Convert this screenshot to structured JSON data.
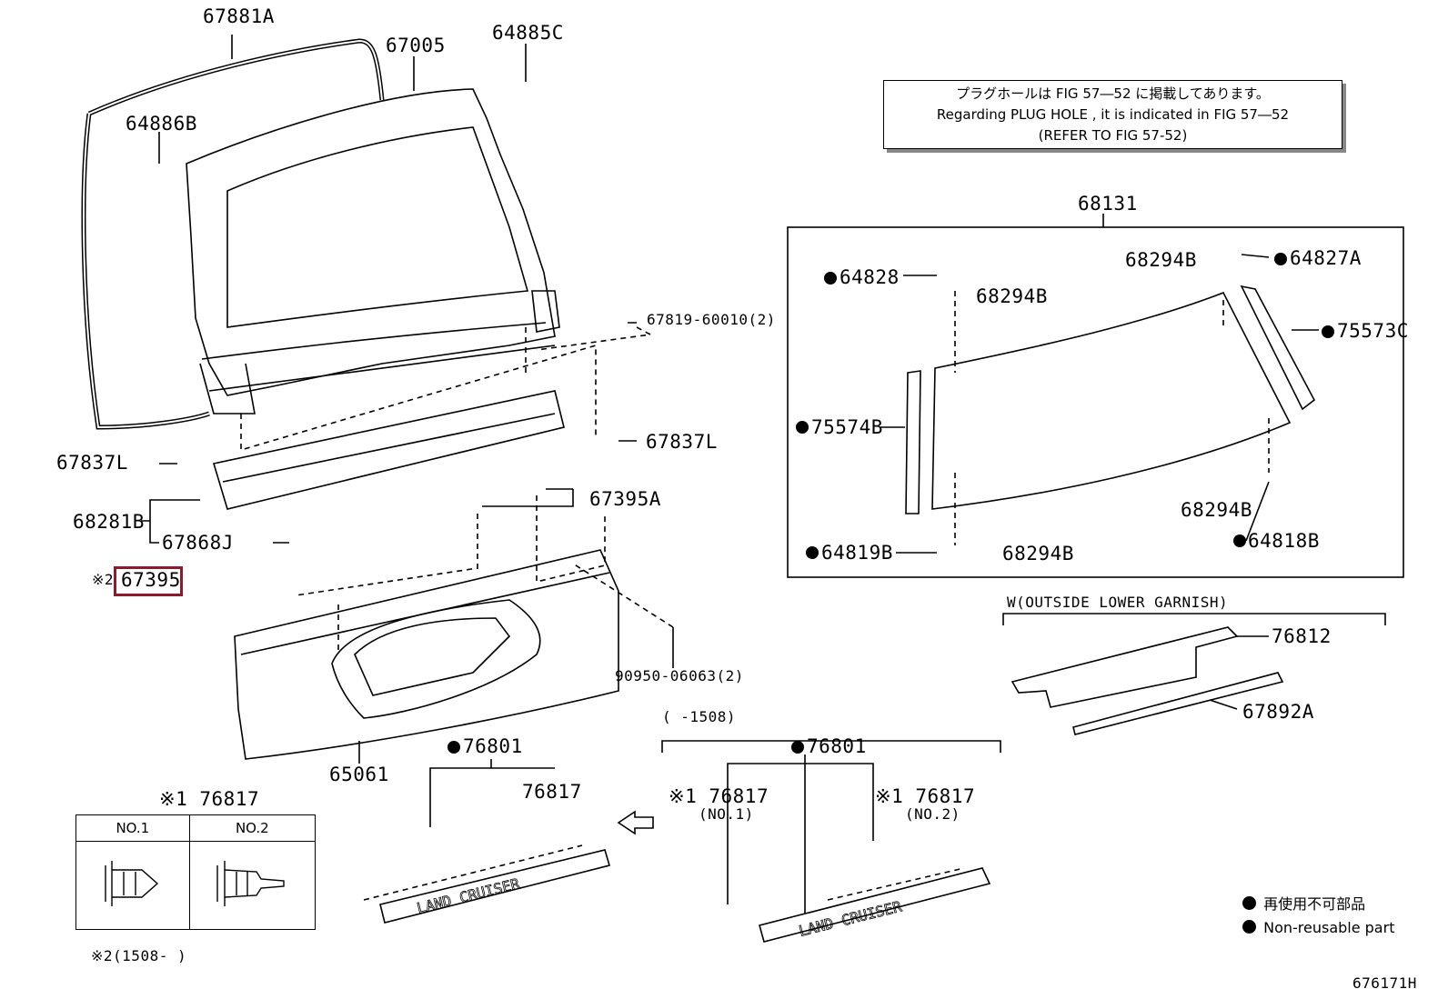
{
  "note": {
    "line1": "プラグホールは FIG 57―52 に掲載してあります。",
    "line2": "Regarding PLUG HOLE , it is indicated in FIG 57―52",
    "line3": "(REFER TO FIG 57-52)"
  },
  "parts": {
    "p67881A": "67881A",
    "p67005": "67005",
    "p64885C": "64885C",
    "p64886B": "64886B",
    "p67819": "67819-60010(2)",
    "p67837L_a": "67837L",
    "p67837L_b": "67837L",
    "p68281B": "68281B",
    "p67868J": "67868J",
    "p67395A": "67395A",
    "p67395": "67395",
    "p67395_mark": "※2",
    "p90950": "90950-06063(2)",
    "p65061": "65061",
    "p68131": "68131",
    "p64828": "64828",
    "p68294B_a": "68294B",
    "p68294B_b": "68294B",
    "p64827A": "64827A",
    "p75573C": "75573C",
    "p75574B": "75574B",
    "p68294B_c": "68294B",
    "p64819B": "64819B",
    "p68294B_d": "68294B",
    "p64818B": "64818B",
    "garnish_title": "W(OUTSIDE LOWER GARNISH)",
    "p76812": "76812",
    "p67892A": "67892A",
    "range1508": "(     -1508)",
    "p76801_a": "76801",
    "p76817_a": "76817",
    "p76801_b": "76801",
    "p76817_no1": "※1 76817",
    "no1_paren": "(NO.1)",
    "p76817_no2": "※1 76817",
    "no2_paren": "(NO.2)",
    "table_title": "※1 76817",
    "footnote": "※2(1508-     )",
    "fig_code": "676171H"
  },
  "emblem_text": "LAND CRUISER",
  "table": {
    "col1": "NO.1",
    "col2": "NO.2"
  },
  "legend": {
    "ja": "再使用不可部品",
    "en": "Non-reusable part"
  },
  "colors": {
    "highlight": "#8e1a2e",
    "line": "#000000"
  }
}
